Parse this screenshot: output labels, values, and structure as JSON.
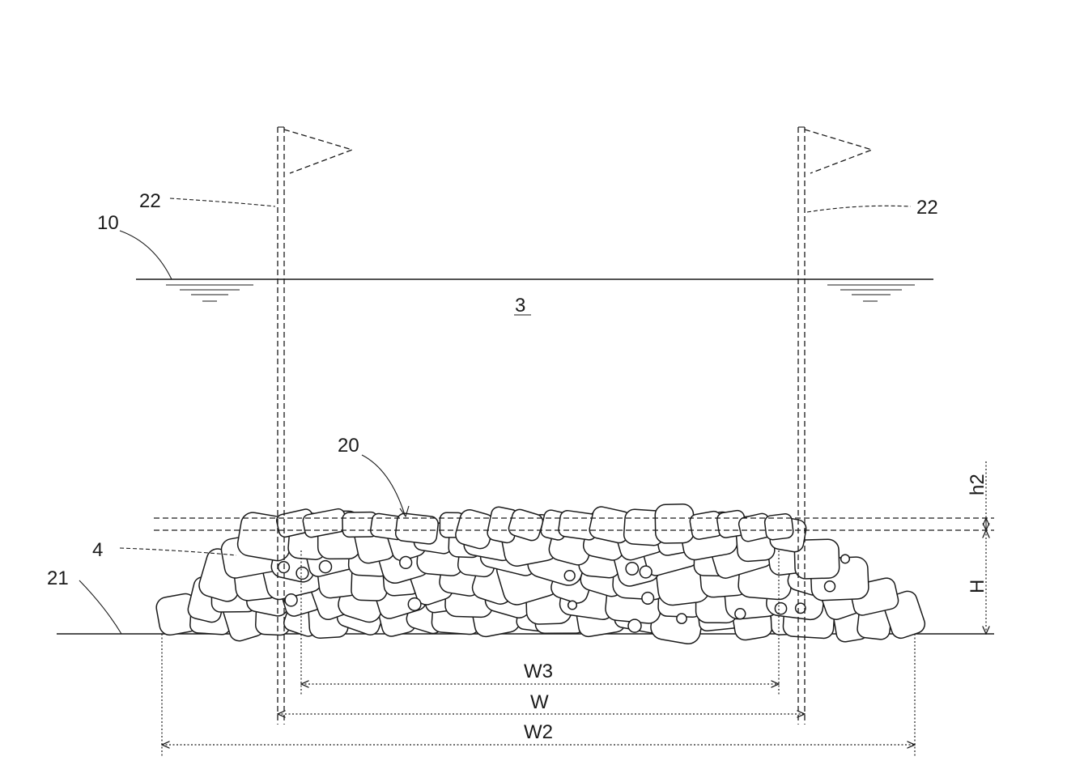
{
  "labels": {
    "water_surface": "10",
    "marker_left": "22",
    "marker_right": "22",
    "water_region": "3",
    "mound_top": "20",
    "rubble": "4",
    "seabed": "21",
    "dim_h2": "h2",
    "dim_H": "H",
    "dim_W3": "W3",
    "dim_W": "W",
    "dim_W2": "W2"
  },
  "colors": {
    "line": "#1a1a1a",
    "background": "#ffffff"
  }
}
